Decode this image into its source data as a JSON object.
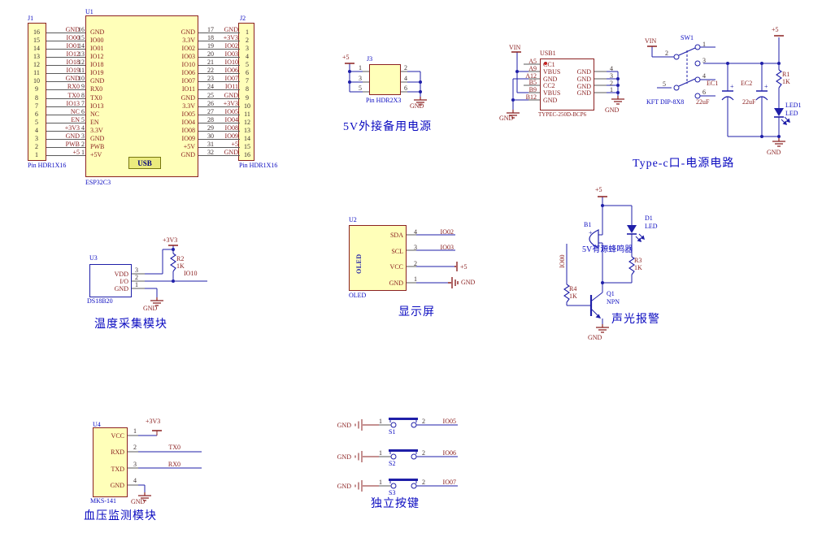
{
  "colors": {
    "wire": "#1f1fa8",
    "pin_line": "#5a5a5a",
    "symbol_red": "#8b2121",
    "designator_blue": "#0a0ac0",
    "body_fill": "#ffffb9",
    "body_border": "#8b2121"
  },
  "esp32": {
    "u1": {
      "designator": "U1",
      "comment": "ESP32C3",
      "usb_label": "USB"
    },
    "j1": {
      "designator": "J1",
      "comment": "Pin HDR1X16"
    },
    "j2": {
      "designator": "J2",
      "comment": "Pin HDR1X16"
    },
    "left_rows": [
      {
        "j": "16",
        "net": "GND",
        "p": "16",
        "name": "GND"
      },
      {
        "j": "15",
        "net": "IO00",
        "p": "15",
        "name": "IO00"
      },
      {
        "j": "14",
        "net": "IO01",
        "p": "14",
        "name": "IO01"
      },
      {
        "j": "13",
        "net": "IO12",
        "p": "13",
        "name": "IO12"
      },
      {
        "j": "12",
        "net": "IO18",
        "p": "12",
        "name": "IO18"
      },
      {
        "j": "11",
        "net": "IO19",
        "p": "11",
        "name": "IO19"
      },
      {
        "j": "10",
        "net": "GND",
        "p": "10",
        "name": "GND"
      },
      {
        "j": "9",
        "net": "RX0",
        "p": "9",
        "name": "RX0"
      },
      {
        "j": "8",
        "net": "TX0",
        "p": "8",
        "name": "TX0"
      },
      {
        "j": "7",
        "net": "IO13",
        "p": "7",
        "name": "IO13"
      },
      {
        "j": "6",
        "net": "NC",
        "p": "6",
        "name": "NC"
      },
      {
        "j": "5",
        "net": "EN",
        "p": "5",
        "name": "EN"
      },
      {
        "j": "4",
        "net": "+3V3",
        "p": "4",
        "name": "3.3V"
      },
      {
        "j": "3",
        "net": "GND",
        "p": "3",
        "name": "GND"
      },
      {
        "j": "2",
        "net": "PWB",
        "p": "2",
        "name": "PWB"
      },
      {
        "j": "1",
        "net": "+5",
        "p": "1",
        "name": "+5V"
      }
    ],
    "right_rows": [
      {
        "name": "GND",
        "p": "17",
        "net": "GND",
        "j": "1"
      },
      {
        "name": "3.3V",
        "p": "18",
        "net": "+3V3",
        "j": "2"
      },
      {
        "name": "IO02",
        "p": "19",
        "net": "IO02",
        "j": "3"
      },
      {
        "name": "IO03",
        "p": "20",
        "net": "IO03",
        "j": "4"
      },
      {
        "name": "IO10",
        "p": "21",
        "net": "IO10",
        "j": "5"
      },
      {
        "name": "IO06",
        "p": "22",
        "net": "IO06",
        "j": "6"
      },
      {
        "name": "IO07",
        "p": "23",
        "net": "IO07",
        "j": "7"
      },
      {
        "name": "IO11",
        "p": "24",
        "net": "IO11",
        "j": "8"
      },
      {
        "name": "GND",
        "p": "25",
        "net": "GND",
        "j": "9"
      },
      {
        "name": "3.3V",
        "p": "26",
        "net": "+3V3",
        "j": "10"
      },
      {
        "name": "IO05",
        "p": "27",
        "net": "IO05",
        "j": "11"
      },
      {
        "name": "IO04",
        "p": "28",
        "net": "IO04",
        "j": "12"
      },
      {
        "name": "IO08",
        "p": "29",
        "net": "IO08",
        "j": "13"
      },
      {
        "name": "IO09",
        "p": "30",
        "net": "IO09",
        "j": "14"
      },
      {
        "name": "+5V",
        "p": "31",
        "net": "+5",
        "j": "15"
      },
      {
        "name": "GND",
        "p": "32",
        "net": "GND",
        "j": "16"
      }
    ]
  },
  "backup_power": {
    "caption": "5V外接备用电源",
    "plus5": "+5",
    "gnd": "GND",
    "j3": {
      "designator": "J3",
      "comment": "Pin HDR2X3",
      "inner": [
        "1",
        "2",
        "3",
        "4",
        "5",
        "6"
      ],
      "outer_left": [
        "1",
        "3",
        "5"
      ],
      "outer_right": [
        "2",
        "4",
        "6"
      ]
    }
  },
  "typec": {
    "caption": "Type-c口-电源电路",
    "vin": "VIN",
    "gnd_left": "GND",
    "gnd_right": "GND",
    "usb1": {
      "designator": "USB1",
      "comment": "TYPEC-250D-BCP6",
      "left_pins": [
        {
          "des": "A5",
          "name": "CC1"
        },
        {
          "des": "A9",
          "name": "VBUS"
        },
        {
          "des": "A12",
          "name": "GND"
        },
        {
          "des": "B5",
          "name": "CC2"
        },
        {
          "des": "B9",
          "name": "VBUS"
        },
        {
          "des": "B12",
          "name": "GND"
        }
      ],
      "right_pins": [
        {
          "num": "4",
          "name": "GND"
        },
        {
          "num": "3",
          "name": "GND"
        },
        {
          "num": "2",
          "name": "GND"
        },
        {
          "num": "1",
          "name": "GND"
        }
      ]
    }
  },
  "power_sw": {
    "vin": "VIN",
    "plus5": "+5",
    "gnd": "GND",
    "sw1": {
      "designator": "SW1",
      "comment": "KFT DIP-8X8",
      "pins": [
        "1",
        "2",
        "3",
        "4",
        "5",
        "6"
      ]
    },
    "ec1": {
      "designator": "EC1",
      "value": "22uF",
      "plus": "+"
    },
    "ec2": {
      "designator": "EC2",
      "value": "22uF",
      "plus": "+"
    },
    "r1": {
      "designator": "R1",
      "value": "1K"
    },
    "led1": {
      "designator": "LED1",
      "comment": "LED"
    }
  },
  "temperature": {
    "caption": "温度采集模块",
    "power": "+3V3",
    "net": "IO10",
    "gnd": "GND",
    "u3": {
      "designator": "U3",
      "comment": "DS18B20",
      "pins": [
        {
          "num": "3",
          "name": "VDD"
        },
        {
          "num": "2",
          "name": "I/O"
        },
        {
          "num": "1",
          "name": "GND"
        }
      ]
    },
    "r2": {
      "designator": "R2",
      "value": "1K"
    }
  },
  "display": {
    "caption": "显示屏",
    "plus5": "+5",
    "gnd": "GND",
    "u2": {
      "designator": "U2",
      "comment": "OLED",
      "body_label": "OLED",
      "pins": [
        {
          "num": "4",
          "name": "SDA",
          "net": "IO02"
        },
        {
          "num": "3",
          "name": "SCL",
          "net": "IO03"
        },
        {
          "num": "2",
          "name": "VCC",
          "net": ""
        },
        {
          "num": "1",
          "name": "GND",
          "net": ""
        }
      ]
    }
  },
  "alarm": {
    "caption": "声光报警",
    "plus5": "+5",
    "gnd": "GND",
    "net": "IO00",
    "b1": {
      "designator": "B1",
      "comment": "5V有源蜂鸣器",
      "plus": "+"
    },
    "d1": {
      "designator": "D1",
      "comment": "LED"
    },
    "r3": {
      "designator": "R3",
      "value": "1K"
    },
    "r4": {
      "designator": "R4",
      "value": "1K"
    },
    "q1": {
      "designator": "Q1",
      "comment": "NPN"
    }
  },
  "blood_pressure": {
    "caption": "血压监测模块",
    "power": "+3V3",
    "gnd": "GND",
    "u4": {
      "designator": "U4",
      "comment": "MKS-141",
      "pins": [
        {
          "num": "1",
          "name": "VCC",
          "net": ""
        },
        {
          "num": "2",
          "name": "RXD",
          "net": "TX0"
        },
        {
          "num": "3",
          "name": "TXD",
          "net": "RX0"
        },
        {
          "num": "4",
          "name": "GND",
          "net": ""
        }
      ]
    }
  },
  "buttons": {
    "caption": "独立按键",
    "rows": [
      {
        "gnd": "GND",
        "p1": "1",
        "des": "S1",
        "p2": "2",
        "net": "IO05"
      },
      {
        "gnd": "GND",
        "p1": "1",
        "des": "S2",
        "p2": "2",
        "net": "IO06"
      },
      {
        "gnd": "GND",
        "p1": "1",
        "des": "S3",
        "p2": "2",
        "net": "IO07"
      }
    ]
  }
}
